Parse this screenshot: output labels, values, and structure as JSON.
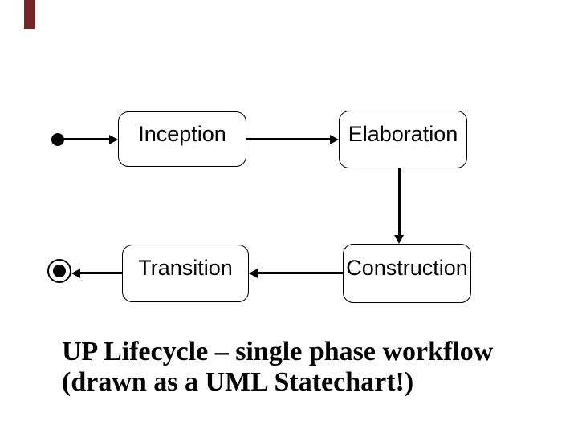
{
  "slide": {
    "background_color": "#ffffff",
    "accent_bar_color": "#732626"
  },
  "diagram": {
    "type": "uml-statechart",
    "states": [
      {
        "label": "Inception"
      },
      {
        "label": "Elaboration"
      },
      {
        "label": "Construction"
      },
      {
        "label": "Transition"
      }
    ],
    "pseudostates": [
      {
        "kind": "initial"
      },
      {
        "kind": "final"
      }
    ],
    "transitions": [
      {
        "from": "initial",
        "to": "Inception"
      },
      {
        "from": "Inception",
        "to": "Elaboration"
      },
      {
        "from": "Elaboration",
        "to": "Construction"
      },
      {
        "from": "Construction",
        "to": "Transition"
      },
      {
        "from": "Transition",
        "to": "final"
      }
    ],
    "line_color": "#000000"
  },
  "caption": {
    "line1": "UP Lifecycle – single phase workflow",
    "line2": "(drawn as a UML Statechart!)"
  }
}
